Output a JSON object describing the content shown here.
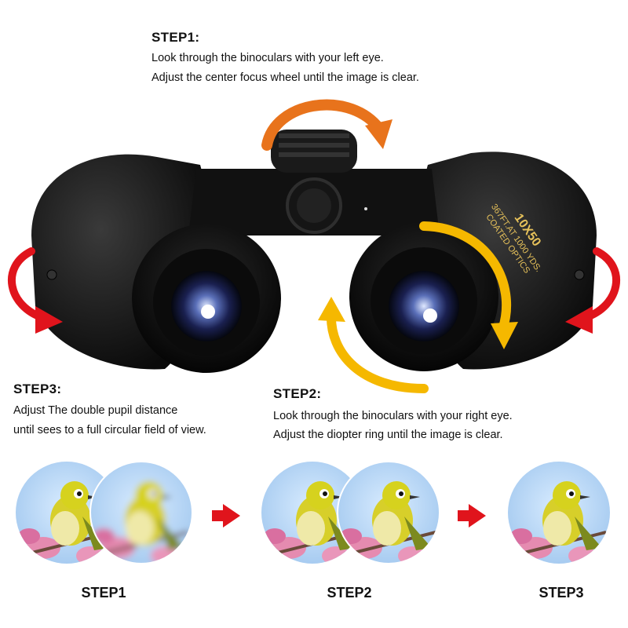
{
  "step1": {
    "title": "STEP1:",
    "lines": [
      "Look through the binoculars with your left eye.",
      "Adjust the center focus wheel until the image is clear."
    ]
  },
  "step2": {
    "title": "STEP2:",
    "lines": [
      "Look through the binoculars with your right eye.",
      "Adjust the diopter ring until the image is clear."
    ]
  },
  "step3": {
    "title": "STEP3:",
    "lines": [
      "Adjust The double pupil distance",
      "until sees to a full circular field of view."
    ]
  },
  "binocular_marking": {
    "model": "10X50",
    "field": "367FT.AT 1000 YDS.",
    "coating": "COATED OPTICS"
  },
  "bottom_labels": [
    "STEP1",
    "STEP2",
    "STEP3"
  ],
  "colors": {
    "focus_arrow": "#e8731c",
    "diopter_arrow": "#f5b800",
    "pupil_arrow": "#e0141c",
    "next_arrow": "#e0141c"
  }
}
